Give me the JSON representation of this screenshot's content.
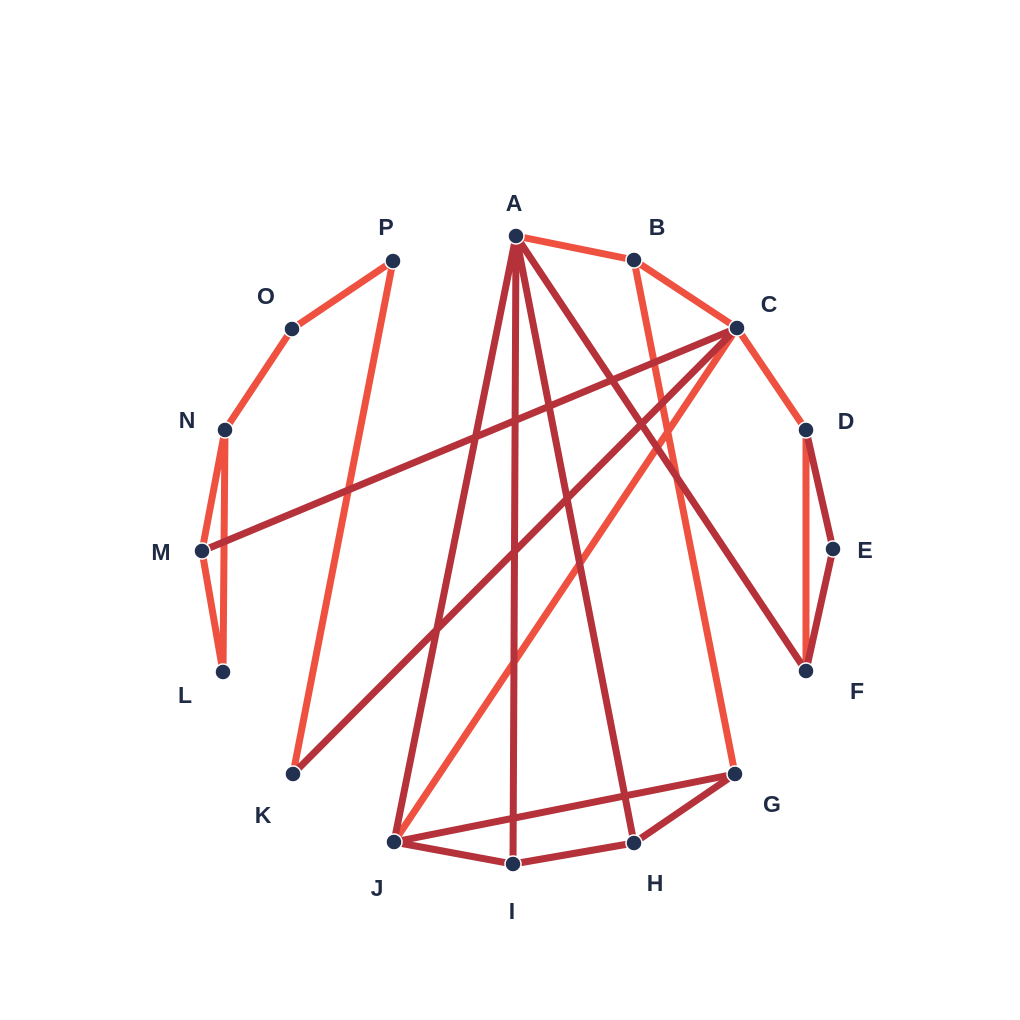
{
  "colors": {
    "edge_light": "#ef5140",
    "edge_dark": "#b5323a",
    "node_fill": "#233150",
    "label": "#1f2a44",
    "background": "#ffffff"
  },
  "nodes": [
    {
      "id": "A",
      "label": "A"
    },
    {
      "id": "B",
      "label": "B"
    },
    {
      "id": "C",
      "label": "C"
    },
    {
      "id": "D",
      "label": "D"
    },
    {
      "id": "E",
      "label": "E"
    },
    {
      "id": "F",
      "label": "F"
    },
    {
      "id": "G",
      "label": "G"
    },
    {
      "id": "H",
      "label": "H"
    },
    {
      "id": "I",
      "label": "I"
    },
    {
      "id": "J",
      "label": "J"
    },
    {
      "id": "K",
      "label": "K"
    },
    {
      "id": "L",
      "label": "L"
    },
    {
      "id": "M",
      "label": "M"
    },
    {
      "id": "N",
      "label": "N"
    },
    {
      "id": "O",
      "label": "O"
    },
    {
      "id": "P",
      "label": "P"
    }
  ],
  "edges": [
    {
      "from": "A",
      "to": "B",
      "shade": "light"
    },
    {
      "from": "B",
      "to": "C",
      "shade": "light"
    },
    {
      "from": "C",
      "to": "D",
      "shade": "light"
    },
    {
      "from": "D",
      "to": "F",
      "shade": "light"
    },
    {
      "from": "B",
      "to": "G",
      "shade": "light"
    },
    {
      "from": "C",
      "to": "J",
      "shade": "light"
    },
    {
      "from": "P",
      "to": "K",
      "shade": "light"
    },
    {
      "from": "P",
      "to": "O",
      "shade": "light"
    },
    {
      "from": "O",
      "to": "N",
      "shade": "light"
    },
    {
      "from": "N",
      "to": "M",
      "shade": "light"
    },
    {
      "from": "N",
      "to": "L",
      "shade": "light"
    },
    {
      "from": "M",
      "to": "L",
      "shade": "light"
    },
    {
      "from": "A",
      "to": "J",
      "shade": "dark"
    },
    {
      "from": "A",
      "to": "I",
      "shade": "dark"
    },
    {
      "from": "A",
      "to": "H",
      "shade": "dark"
    },
    {
      "from": "A",
      "to": "F",
      "shade": "dark"
    },
    {
      "from": "C",
      "to": "M",
      "shade": "dark"
    },
    {
      "from": "C",
      "to": "K",
      "shade": "dark"
    },
    {
      "from": "D",
      "to": "E",
      "shade": "dark"
    },
    {
      "from": "E",
      "to": "F",
      "shade": "dark"
    },
    {
      "from": "J",
      "to": "G",
      "shade": "dark"
    },
    {
      "from": "J",
      "to": "I",
      "shade": "dark"
    },
    {
      "from": "I",
      "to": "H",
      "shade": "dark"
    },
    {
      "from": "H",
      "to": "G",
      "shade": "dark"
    }
  ]
}
